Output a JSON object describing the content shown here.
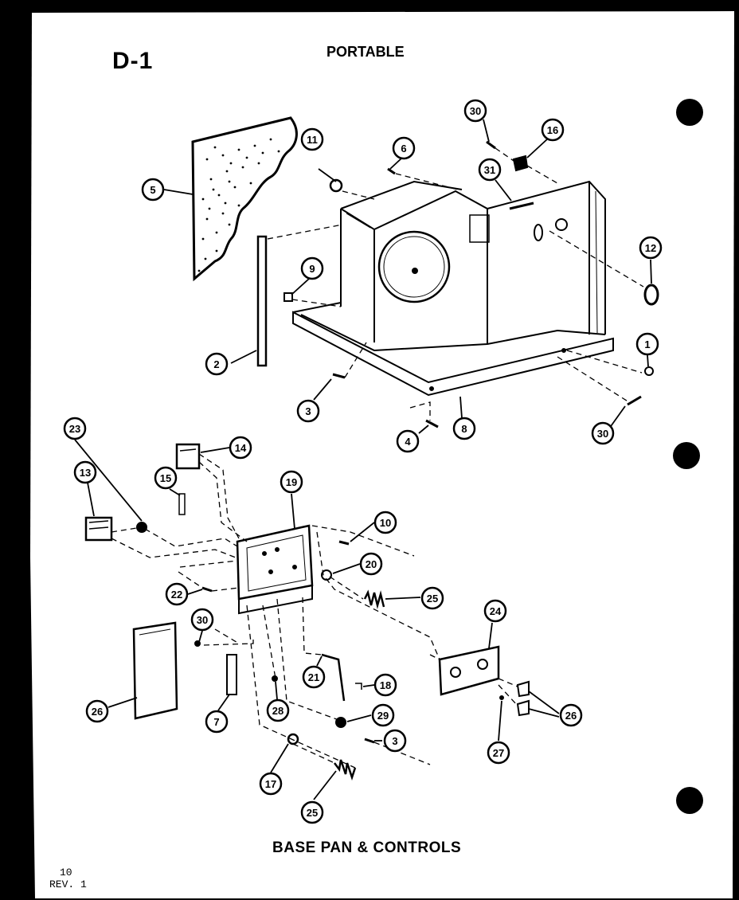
{
  "sheet": {
    "code": "D-1",
    "title": "PORTABLE",
    "caption": "BASE  PAN & CONTROLS",
    "page_number": "10",
    "revision": "REV. 1"
  },
  "callouts": {
    "c1": "1",
    "c2": "2",
    "c3a": "3",
    "c3b": "3",
    "c4": "4",
    "c5": "5",
    "c6": "6",
    "c7": "7",
    "c8": "8",
    "c9": "9",
    "c10": "10",
    "c11": "11",
    "c12": "12",
    "c13": "13",
    "c14": "14",
    "c15": "15",
    "c16": "16",
    "c17": "17",
    "c18": "18",
    "c19": "19",
    "c20a": "20",
    "c20b": "20",
    "c21": "21",
    "c22": "22",
    "c23": "23",
    "c24": "24",
    "c25a": "25",
    "c25b": "25",
    "c26": "26",
    "c27": "27",
    "c28": "28",
    "c29": "29",
    "c30a": "30",
    "c30b": "30",
    "c30c": "30",
    "c30d": "30",
    "c31": "31"
  },
  "colors": {
    "paper": "#ffffff",
    "ink": "#000000",
    "background": "#000000"
  }
}
